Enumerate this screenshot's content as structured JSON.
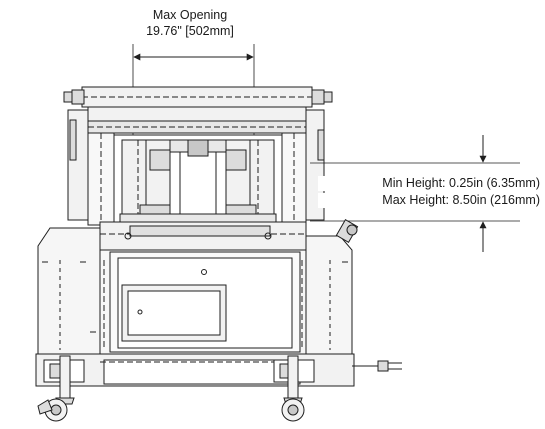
{
  "dimensions": {
    "max_opening_title": "Max Opening",
    "max_opening_value": "19.76\" [502mm]",
    "min_height": "Min Height: 0.25in (6.35mm)",
    "max_height": "Max Height: 8.50in (216mm)"
  },
  "colors": {
    "line": "#1f1f1f",
    "fill_light": "#f2f2f2",
    "fill_mid": "#dcdcdc",
    "background": "#ffffff"
  }
}
